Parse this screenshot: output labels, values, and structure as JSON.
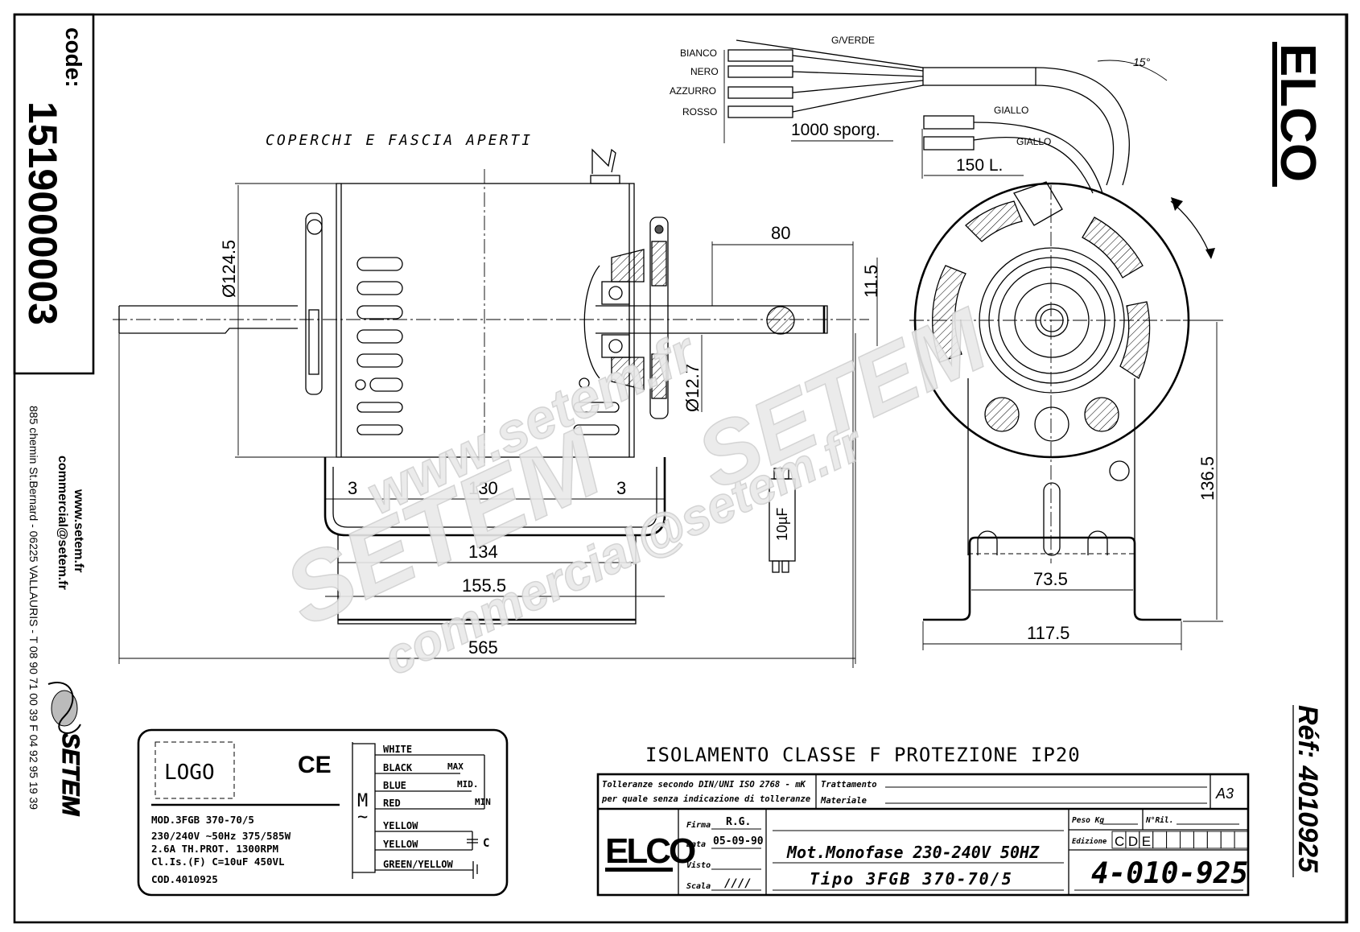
{
  "sidebar": {
    "code_label": "code:",
    "code_value": "1519000003",
    "website": "www.setem.fr",
    "email": "commercial@setem.fr",
    "address": "885 chemin St.Bernard  -  06225 VALLAURIS  -  T 08 90 71 00 39  F 04 92 95 19 39",
    "brand": "SETEM"
  },
  "brand_logo": "ELCO",
  "reference": "Réf: 4010925",
  "watermarks": {
    "site": "www.setem.fr",
    "brand": "SETEM",
    "email": "commercial@setem.fr"
  },
  "drawing": {
    "note": "COPERCHI  E  FASCIA  APERTI",
    "wires": {
      "left": [
        "BIANCO",
        "NERO",
        "AZZURRO",
        "ROSSO"
      ],
      "ground": "G/VERDE",
      "cap": [
        "GIALLO",
        "GIALLO"
      ],
      "lead_length": "1000 sporg.",
      "cap_lead_length": "150 L.",
      "angle": "15°"
    },
    "dimensions": {
      "body_diameter": "Ø124.5",
      "shaft_length": "80",
      "flat_depth": "11.5",
      "shaft_diameter": "Ø12.7",
      "gap_left": "3",
      "inner_width": "130",
      "gap_right": "3",
      "base_width": "134",
      "bracket_width": "155.5",
      "overall_length": "565",
      "shaft_height": "136.5",
      "foot_inner": "73.5",
      "foot_outer": "117.5"
    },
    "capacitor_label": "10µF"
  },
  "nameplate": {
    "logo_placeholder": "LOGO",
    "ce_mark": "CE",
    "lines": [
      "MOD.3FGB 370-70/5",
      "230/240V  ~50Hz  375/585W",
      "2.6A  TH.PROT.  1300RPM",
      "Cl.Is.(F)  C=10uF  450VL",
      "COD.4010925"
    ],
    "motor_symbol": "M",
    "motor_tilde": "~",
    "wiring": [
      {
        "wire": "WHITE",
        "tap": ""
      },
      {
        "wire": "BLACK",
        "tap": "MAX"
      },
      {
        "wire": "BLUE",
        "tap": "MID."
      },
      {
        "wire": "RED",
        "tap": "MIN"
      },
      {
        "wire": "YELLOW",
        "tap": ""
      },
      {
        "wire": "YELLOW",
        "tap": "C"
      },
      {
        "wire": "GREEN/YELLOW",
        "tap": ""
      }
    ]
  },
  "title_block": {
    "heading": "ISOLAMENTO  CLASSE F  PROTEZIONE  IP20",
    "tolerance_line1": "Tolleranze secondo DIN/UNI ISO 2768 - mK",
    "tolerance_line2": "per quale senza indicazione di tolleranze",
    "trattamento_label": "Trattamento",
    "materiale_label": "Materiale",
    "sheet_size": "A3",
    "logo": "ELCO",
    "firma_label": "Firma",
    "firma_value": "R.G.",
    "data_label": "Data",
    "data_value": "05-09-90",
    "visto_label": "Visto",
    "visto_value": "",
    "scala_label": "Scala",
    "scala_value": "////",
    "description_line1": "Mot.Monofase 230-240V 50HZ",
    "description_line2": "Tipo 3FGB 370-70/5",
    "peso_label": "Peso Kg",
    "nril_label": "N°Ril.",
    "edizione_label": "Edizione",
    "edizioni": [
      "C",
      "D",
      "E",
      "",
      "",
      "",
      "",
      "",
      "",
      ""
    ],
    "drawing_number": "4-010-925"
  }
}
